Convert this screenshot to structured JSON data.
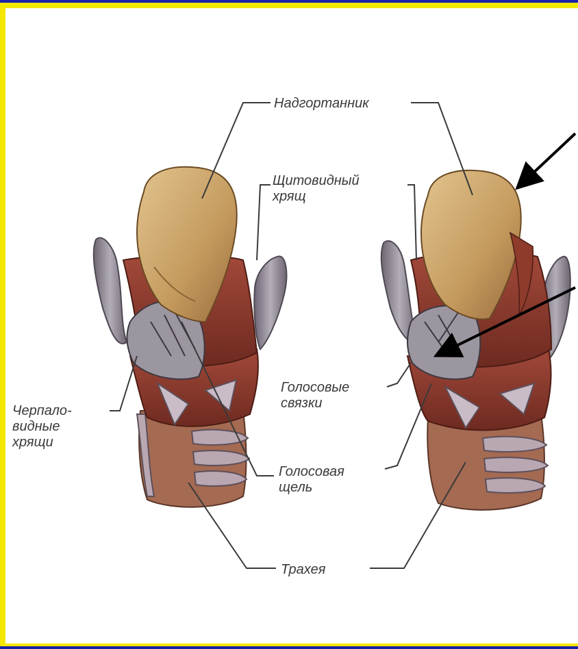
{
  "labels": {
    "epiglottis": "Надгортанник",
    "thyroid_line1": "Щитовидный",
    "thyroid_line2": "хрящ",
    "vocal_cords_line1": "Голосовые",
    "vocal_cords_line2": "связки",
    "arytenoid_line1": "Черпало-",
    "arytenoid_line2": "видные",
    "arytenoid_line3": "хрящи",
    "glottis_line1": "Голосовая",
    "glottis_line2": "щель",
    "trachea": "Трахея"
  },
  "colors": {
    "frame_blue": "#1b22a8",
    "frame_yellow": "#f4e800",
    "cartilage": "#c9a56a",
    "muscle": "#8e3b2c",
    "membrane": "#8d8794",
    "arrow": "#000000"
  }
}
